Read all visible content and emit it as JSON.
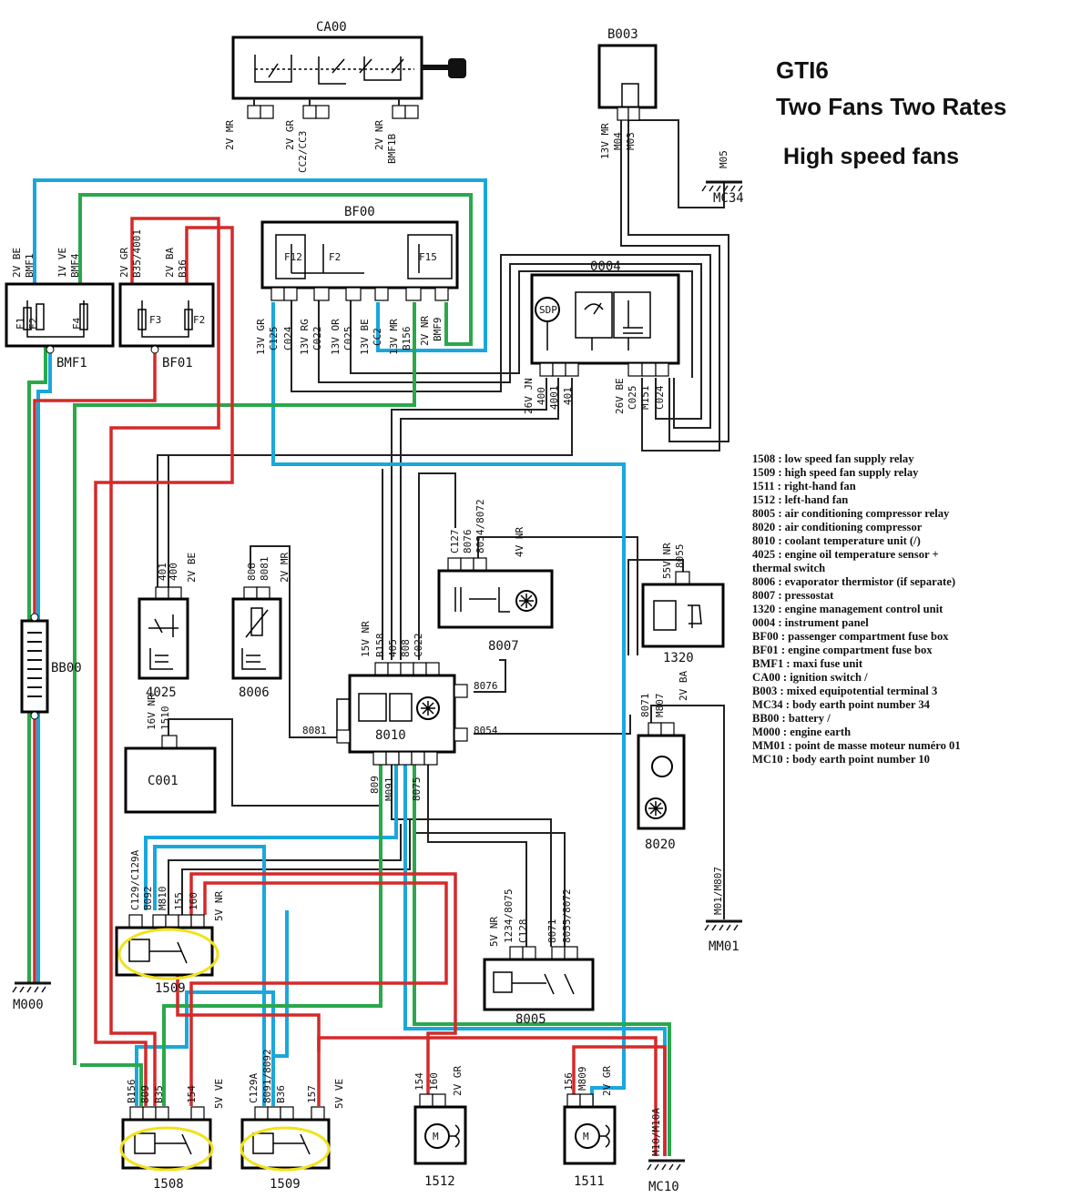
{
  "title": {
    "line1": "GTI6",
    "line2": "Two Fans Two Rates",
    "line3": "High speed fans"
  },
  "components": {
    "CA00": "CA00",
    "B003": "B003",
    "BF00": "BF00",
    "BMF1": "BMF1",
    "BF01": "BF01",
    "0004": "0004",
    "MC34": "MC34",
    "BB00": "BB00",
    "M000": "M000",
    "4025": "4025",
    "8006": "8006",
    "8007": "8007",
    "1320": "1320",
    "8010": "8010",
    "C001": "C001",
    "8020": "8020",
    "MM01": "MM01",
    "1509a": "1509",
    "8005": "8005",
    "1508": "1508",
    "1509b": "1509",
    "1512": "1512",
    "1511": "1511",
    "MC10": "MC10"
  },
  "fuses": [
    "F12",
    "F2",
    "F15",
    "F1",
    "F2",
    "F4",
    "F3",
    "F2"
  ],
  "wire_labels": {
    "ca00_left": "2V MR",
    "ca00_mid": "2V GR",
    "ca00_mid_code": "CC2/CC3",
    "ca00_right": "2V NR",
    "ca00_right_code": "BMF1B",
    "b003_left": "13V MR",
    "b003_codes": "M04",
    "b003_code2": "M03",
    "mc34_code": "M05",
    "bmf1_a": "2V BE",
    "bmf1_a_code": "BMF1",
    "bmf1_b": "1V VE",
    "bmf1_b_code": "BMF4",
    "bf01_a": "2V GR",
    "bf01_a_code": "B35/4001",
    "bf01_b": "2V BA",
    "bf01_b_code": "B36",
    "bf00_1": "13V GR",
    "bf00_1b": "C125",
    "bf00_2": "C024",
    "bf00_3": "13V RG",
    "bf00_3b": "C022",
    "bf00_4": "13V OR",
    "bf00_4b": "C025",
    "bf00_5": "13V BE",
    "bf00_5b": "CC2",
    "bf00_6": "13V MR",
    "bf00_6b": "B156",
    "bf00_7": "2V NR",
    "bf00_7b": "BMF9",
    "i4_a": "26V JN",
    "i4_a1": "400",
    "i4_a2": "4001",
    "i4_a3": "401",
    "i4_b": "26V BE",
    "i4_b1": "C025",
    "i4_b2": "M151",
    "i4_b3": "C024",
    "w4025_1": "401",
    "w4025_2": "400",
    "w4025_c": "2V BE",
    "w8006_1": "808",
    "w8006_2": "8081",
    "w8006_c": "2V MR",
    "w8007_1": "C127",
    "w8007_2": "8076",
    "w8007_3": "8054/8072",
    "w8007_c": "4V NR",
    "w1320_1": "55V NR",
    "w1320_2": "8055",
    "w8010_c": "15V NR",
    "w8010_1": "B158",
    "w8010_2": "405",
    "w8010_3": "808",
    "w8010_4": "C022",
    "w8010_r1": "8076",
    "w8010_r2": "8054",
    "w8010_l": "8081",
    "w8010_b1": "809",
    "w8010_b2": "M091",
    "w8010_b3": "8075",
    "c001_c": "16V NR",
    "c001_1": "1510",
    "w8020_1": "8071",
    "w8020_2": "M807",
    "w8020_c": "2V BA",
    "mm01_code": "M01/M807",
    "w1509_a": "C129/C129A",
    "w1509_b": "8092",
    "w1509_c": "M810",
    "w1509_d": "155",
    "w1509_e": "160",
    "w1509_v": "5V NR",
    "w8005_c": "5V NR",
    "w8005_1": "1234/8075",
    "w8005_2": "C128",
    "w8005_3": "8071",
    "w8005_4": "8055/8072",
    "w1508_1": "B156",
    "w1508_2": "809",
    "w1508_3": "B35",
    "w1508_4": "154",
    "w1508_v": "5V VE",
    "w1509b_1": "C129A",
    "w1509b_2": "8091/8092",
    "w1509b_3": "B36",
    "w1509b_4": "157",
    "w1509b_v": "5V VE",
    "w1512_1": "154",
    "w1512_2": "160",
    "w1512_v": "2V GR",
    "w1511_1": "156",
    "w1511_2": "M809",
    "w1511_v": "2V GR",
    "mc10_code": "M10/M10A"
  },
  "legend": [
    "1508 : low speed fan supply relay",
    "1509 : high speed fan supply relay",
    "1511 : right-hand fan",
    "1512 : left-hand fan",
    "8005 : air conditioning compressor relay",
    "8020 : air conditioning compressor",
    "8010 : coolant temperature unit (/)",
    "4025 : engine oil temperature sensor +",
    "thermal switch",
    "8006 : evaporator thermistor (if separate)",
    "8007 : pressostat",
    "1320 : engine management control unit",
    "0004 : instrument panel",
    "BF00 : passenger compartment fuse box",
    "BF01 : engine compartment fuse box",
    "BMF1 : maxi fuse unit",
    "CA00 : ignition switch /",
    "B003 : mixed equipotential terminal 3",
    "MC34 : body earth point number 34",
    "BB00 : battery /",
    "M000 : engine earth",
    "MM01 : point de masse moteur numéro 01",
    "MC10 : body earth point number 10"
  ],
  "colors": {
    "blue_wire": "#1aa7dc",
    "green_wire": "#2aa84a",
    "red_wire": "#d42a2a",
    "highlight": "#f2e21a"
  }
}
